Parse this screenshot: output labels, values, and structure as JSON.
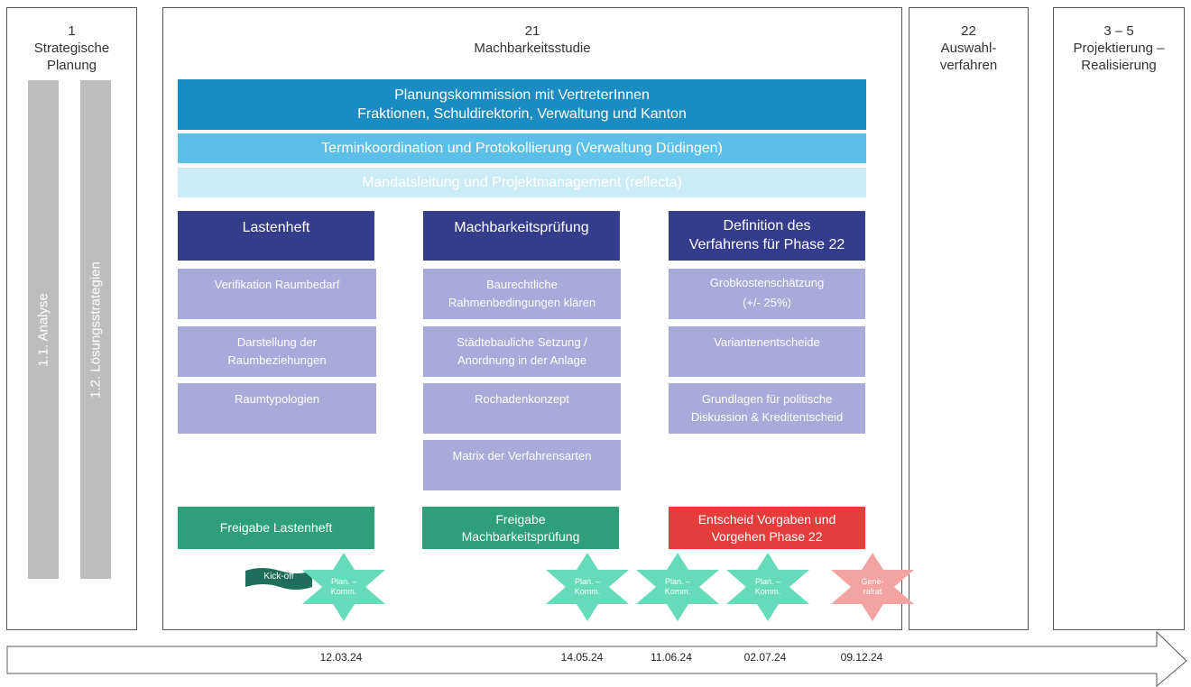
{
  "phases": {
    "p1": "1\nStrategische\nPlanung",
    "p21": "21\nMachbarkeitsstudie",
    "p22": "22\nAuswahl-\nverfahren",
    "p35": "3 – 5\nProjektierung –\nRealisierung"
  },
  "vertical_bars": [
    "1.1. Analyse",
    "1.2. Lösungsstrategien"
  ],
  "bands": [
    {
      "text": "Planungskommission mit VertreterInnen\nFraktionen, Schuldirektorin, Verwaltung und Kanton",
      "color": "#1a8cc2"
    },
    {
      "text": "Terminkoordination und Protokollierung (Verwaltung Düdingen)",
      "color": "#5bbfe8"
    },
    {
      "text": "Mandatsleitung und Projektmanagement (reflecta)",
      "color": "#cdebf7"
    }
  ],
  "columns": [
    {
      "header": "Lastenheft",
      "tasks": [
        "Verifikation Raumbedarf",
        "Darstellung der\nRaumbeziehungen",
        "Raumtypologien"
      ],
      "milestone": "Freigabe Lastenheft",
      "milestone_color": "#2e9e7b"
    },
    {
      "header": "Machbarkeitsprüfung",
      "tasks": [
        "Baurechtliche\nRahmenbedingungen klären",
        "Städtebauliche Setzung /\nAnordnung in der Anlage",
        "Rochadenkonzept",
        "Matrix der Verfahrensarten"
      ],
      "milestone": "Freigabe\nMachbarkeitsprüfung",
      "milestone_color": "#2e9e7b"
    },
    {
      "header": "Definition des\nVerfahrens für Phase 22",
      "tasks": [
        "Grobkostenschätzung\n(+/- 25%)",
        "Variantenentscheide",
        "Grundlagen für politische\nDiskussion & Kreditentscheid"
      ],
      "milestone": "Entscheid Vorgaben und\nVorgehen Phase 22",
      "milestone_color": "#e63c3c"
    }
  ],
  "kickoff": "Kick-off",
  "events": [
    {
      "label": "Plan. –\nKomm.",
      "color": "#66dbb9",
      "date": "12.03.24"
    },
    {
      "label": "Plan. –\nKomm.",
      "color": "#66dbb9",
      "date": "14.05.24"
    },
    {
      "label": "Plan. –\nKomm.",
      "color": "#66dbb9",
      "date": "11.06.24"
    },
    {
      "label": "Plan. –\nKomm.",
      "color": "#66dbb9",
      "date": "02.07.24"
    },
    {
      "label": "Gene-\nralrat",
      "color": "#f4a3a3",
      "date": "09.12.24"
    }
  ]
}
